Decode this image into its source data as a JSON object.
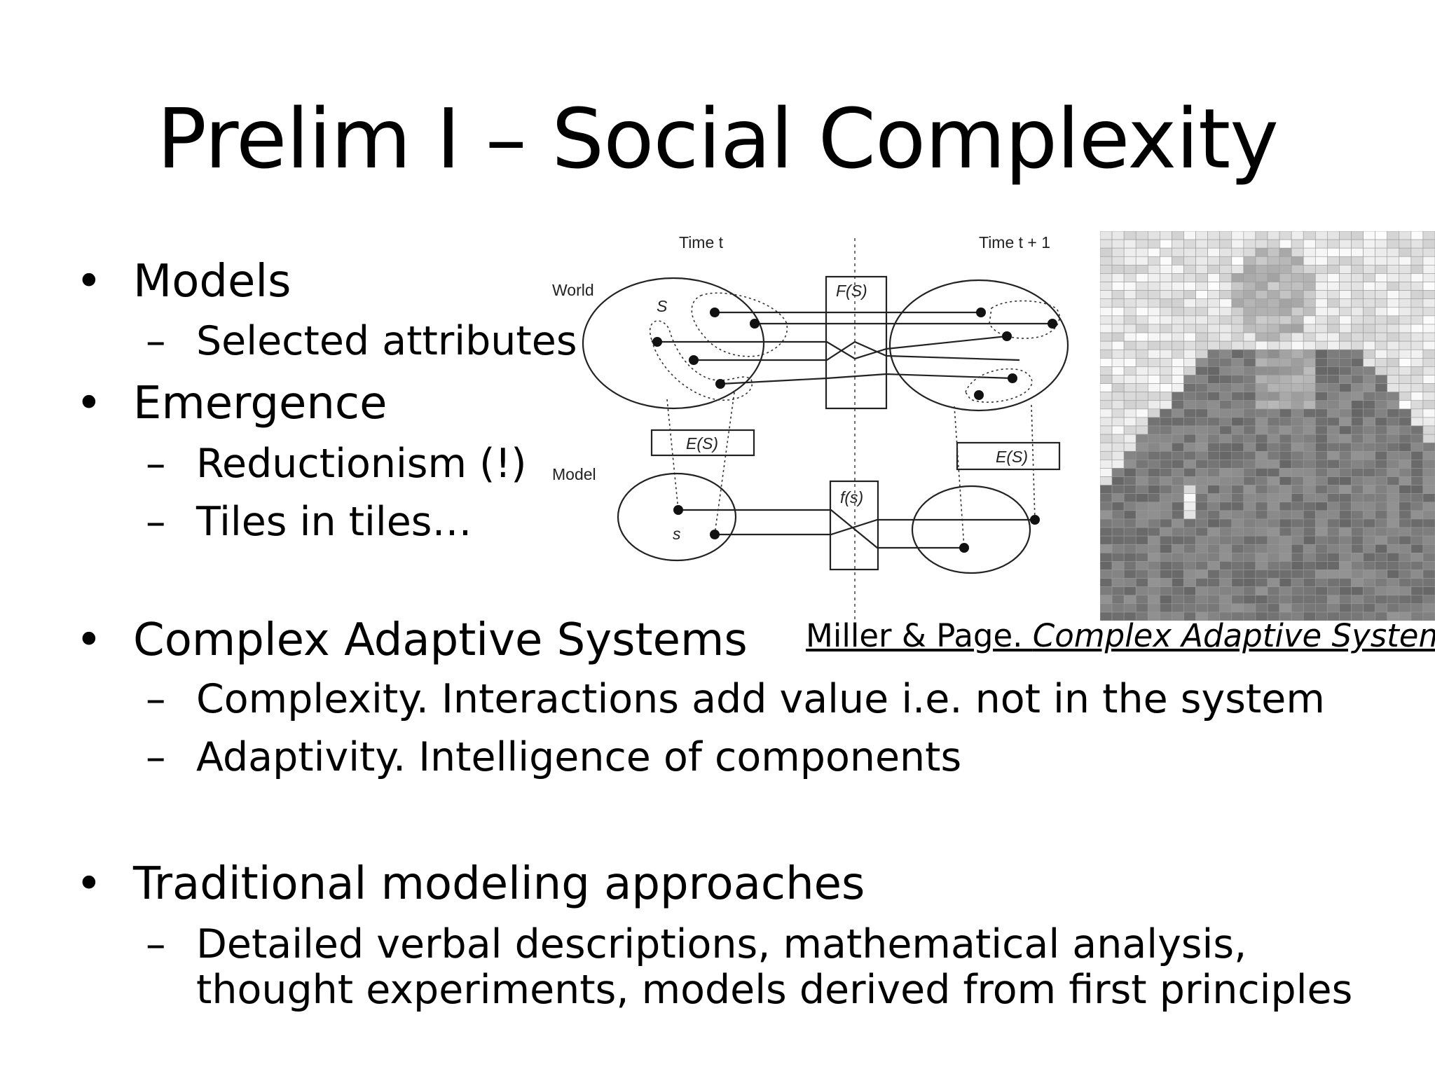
{
  "title": "Prelim I – Social Complexity",
  "bullet_char": "•",
  "dash_char": "–",
  "bullets": [
    {
      "label": "Models",
      "subs": [
        "Selected attributes"
      ]
    },
    {
      "label": "Emergence",
      "subs": [
        "Reductionism (!)",
        "Tiles in tiles…"
      ]
    },
    {
      "label": "Complex Adaptive Systems",
      "subs": [
        "Complexity. Interactions add value i.e. not in the system",
        "Adaptivity. Intelligence of components"
      ]
    },
    {
      "label": "Traditional modeling approaches",
      "subs": [
        "Detailed verbal descriptions, mathematical analysis,",
        "thought experiments, models derived from first principles"
      ]
    }
  ],
  "citation": {
    "authors": "Miller & Page. ",
    "work": "Complex Adaptive Systems"
  },
  "diagram": {
    "time_left": "Time t",
    "time_right": "Time t + 1",
    "row_world": "World",
    "row_model": "Model",
    "set_big": "S",
    "set_small": "s",
    "box_F": "F(S)",
    "box_f": "f(s)",
    "box_E_left": "E(S)",
    "box_E_right": "E(S)"
  },
  "photo": {
    "subject": "pixelated-mosaic-portrait"
  }
}
